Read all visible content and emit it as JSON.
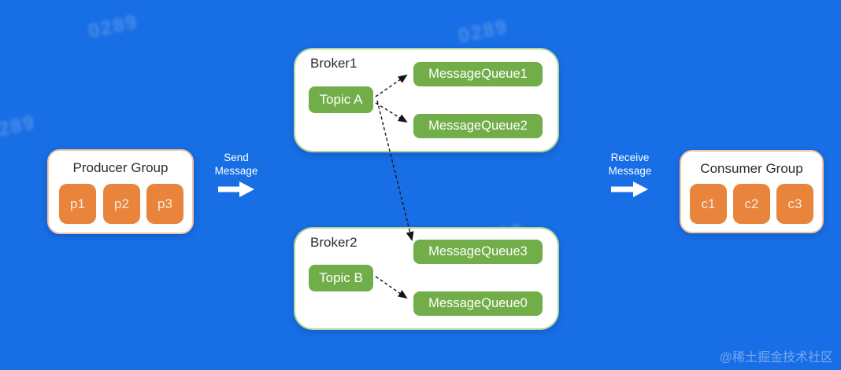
{
  "diagram": {
    "producer_group": {
      "title": "Producer Group",
      "members": [
        "p1",
        "p2",
        "p3"
      ]
    },
    "send_arrow": {
      "line1": "Send",
      "line2": "Message"
    },
    "broker1": {
      "title": "Broker1",
      "topic": "Topic A",
      "queues": [
        "MessageQueue1",
        "MessageQueue2"
      ]
    },
    "broker2": {
      "title": "Broker2",
      "topic": "Topic B",
      "queues": [
        "MessageQueue3",
        "MessageQueue0"
      ]
    },
    "receive_arrow": {
      "line1": "Receive",
      "line2": "Message"
    },
    "consumer_group": {
      "title": "Consumer Group",
      "members": [
        "c1",
        "c2",
        "c3"
      ]
    },
    "edges": [
      {
        "from": "Topic A",
        "to": "MessageQueue1",
        "style": "dashed"
      },
      {
        "from": "Topic A",
        "to": "MessageQueue2",
        "style": "dashed"
      },
      {
        "from": "Topic A",
        "to": "MessageQueue3",
        "style": "dashed"
      },
      {
        "from": "Topic B",
        "to": "MessageQueue0",
        "style": "dashed"
      }
    ]
  },
  "watermarks": {
    "tiled_text": "0289",
    "community": "@稀土掘金技术社区"
  },
  "colors": {
    "background_blue": "#176ee5",
    "box_fill": "#ffffff",
    "producer_consumer_border": "#f3c5a3",
    "broker_border": "#b2d697",
    "chip_orange": "#e8843c",
    "chip_green": "#71ae49",
    "arrow_black": "#151515",
    "flow_arrow_white": "#ffffff",
    "title_text": "#2d2d2d"
  }
}
